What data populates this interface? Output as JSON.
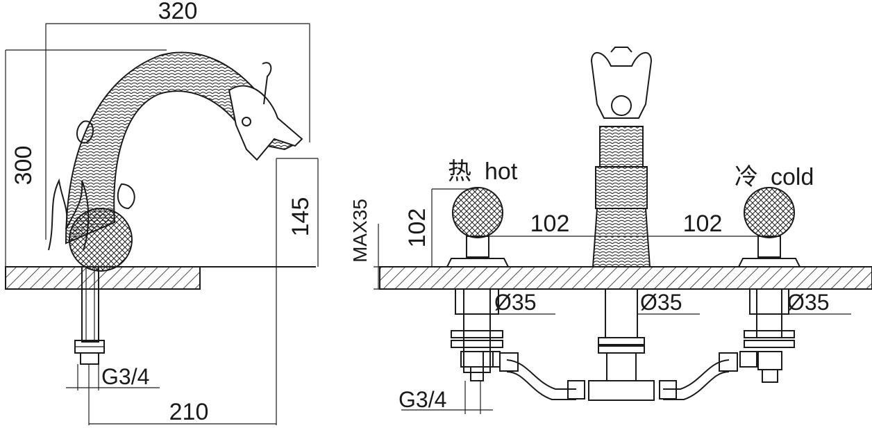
{
  "side_view": {
    "width_label": "320",
    "height_label": "300",
    "spout_height_label": "145",
    "reach_label": "210",
    "thread_label": "G3/4"
  },
  "front_view": {
    "hot_label_cn": "热",
    "hot_label_en": "hot",
    "cold_label_cn": "冷",
    "cold_label_en": "cold",
    "max_thickness_label": "MAX35",
    "handle_height_label": "102",
    "spacing_left_label": "102",
    "spacing_right_label": "102",
    "hole_left_label": "Ø35",
    "hole_mid_label": "Ø35",
    "hole_right_label": "Ø35",
    "thread_label": "G3/4"
  }
}
